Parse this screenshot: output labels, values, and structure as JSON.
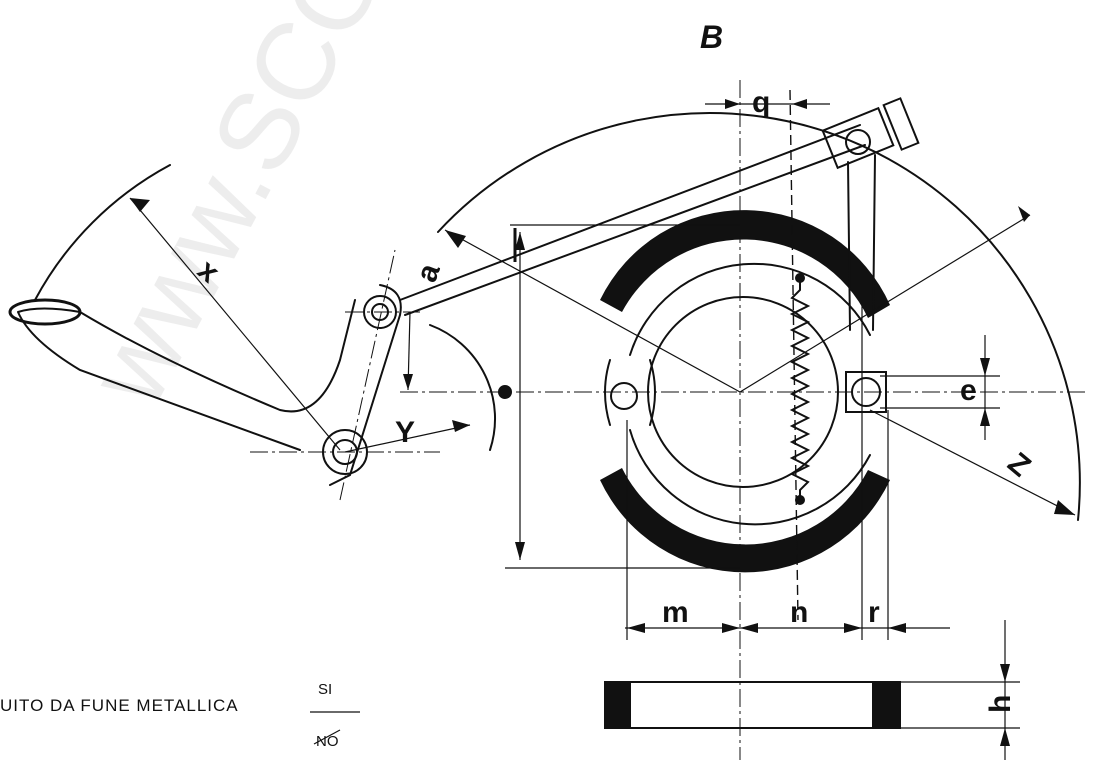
{
  "watermark": "www.SCO",
  "labels": {
    "B": "B",
    "q": "q",
    "x": "x",
    "a": "a",
    "Y": "Y",
    "e": "e",
    "Z": "Z",
    "m": "m",
    "n": "n",
    "r": "r",
    "h": "h"
  },
  "note": {
    "text": "UITO DA FUNE METALLICA",
    "option_yes": "SI",
    "option_no": "NO"
  }
}
